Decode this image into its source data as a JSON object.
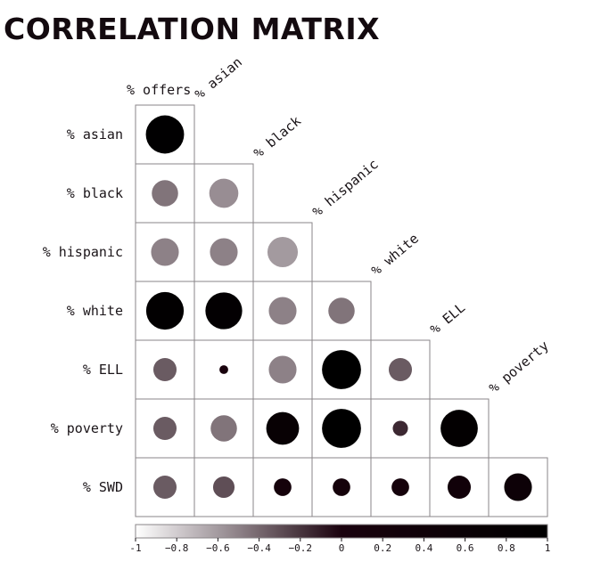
{
  "title": "CORRELATION MATRIX",
  "chart_data": {
    "type": "heatmap",
    "title": "CORRELATION MATRIX",
    "variables": [
      "% offers",
      "% asian",
      "% black",
      "% hispanic",
      "% white",
      "% ELL",
      "% poverty",
      "% SWD"
    ],
    "column_labels": [
      "% offers",
      "% asian",
      "% black",
      "% hispanic",
      "% white",
      "% ELL",
      "% poverty"
    ],
    "row_labels": [
      "% asian",
      "% black",
      "% hispanic",
      "% white",
      "% ELL",
      "% poverty",
      "% SWD"
    ],
    "matrix": [
      [
        0.95
      ],
      [
        -0.45,
        -0.55
      ],
      [
        -0.5,
        -0.5,
        -0.6
      ],
      [
        0.92,
        0.88,
        -0.5,
        -0.45
      ],
      [
        -0.35,
        0.05,
        -0.5,
        0.99,
        -0.35
      ],
      [
        -0.35,
        -0.45,
        0.7,
        0.99,
        -0.15,
        0.9
      ],
      [
        -0.35,
        -0.3,
        0.2,
        0.2,
        0.2,
        0.35,
        0.5
      ]
    ],
    "colorbar": {
      "range": [
        -1,
        1
      ],
      "ticks": [
        "-1",
        "−0.8",
        "−0.6",
        "−0.4",
        "−0.2",
        "0",
        "0.2",
        "0.4",
        "0.6",
        "0.8",
        "1"
      ],
      "tick_values": [
        -1,
        -0.8,
        -0.6,
        -0.4,
        -0.2,
        0,
        0.2,
        0.4,
        0.6,
        0.8,
        1
      ]
    }
  }
}
